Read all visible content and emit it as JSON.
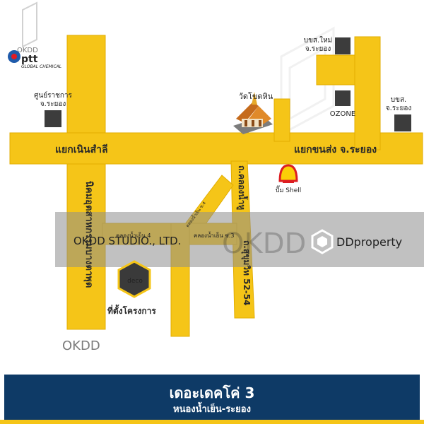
{
  "colors": {
    "road": "#f5c518",
    "road_outline": "#e2ad00",
    "building": "#3c3c3c",
    "overlay": "#9a9a9a",
    "banner_bg": "#0e3a66",
    "banner_text": "#ffffff",
    "shell_red": "#dd1d21",
    "shell_yellow": "#fbce07"
  },
  "logos": {
    "ptt_line1": "ptt",
    "ptt_line2": "GLOBAL CHEMICAL",
    "deco": "deco",
    "ddproperty": "DDproperty",
    "okdd_top": "OKDD",
    "okdd_bottom": "OKDD"
  },
  "watermark": {
    "studio": "OKDD STUDIO., LTD.",
    "okdd": "OKDD"
  },
  "places": {
    "gov_center": [
      "ศูนย์ราชการ",
      "จ.ระยอง"
    ],
    "new_bus_station": [
      "บขส.ใหม่",
      "จ.ระยอง"
    ],
    "bus_station": [
      "บขส.",
      "จ.ระยอง"
    ],
    "ozone": "OZONE",
    "temple": "วัดโขดหิน",
    "shell": "ปั๊ม Shell",
    "project": "ที่ตั้งโครงการ"
  },
  "roads": {
    "nern_samlee": "แยกเนินสำลี",
    "khon_song": "แยกขนส่ง จ.ระยอง",
    "nikhom": "นิคมอุตสาหกรรมบางตาพุด",
    "khlong_nam_hu": "ถ.คลองน้ำหู",
    "sukhumvit": "ถ.สุขุมวิท 52-54",
    "soi4": "คลองน้ำเย็น ซ.4",
    "soi3": "คลองน้ำเย็น ซ.3",
    "soi_left": "คลองน้ำเย็น 4"
  },
  "banner": {
    "title": "เดอะเดคโค่ 3",
    "subtitle": "หนองน้ำเย็น-ระยอง"
  }
}
